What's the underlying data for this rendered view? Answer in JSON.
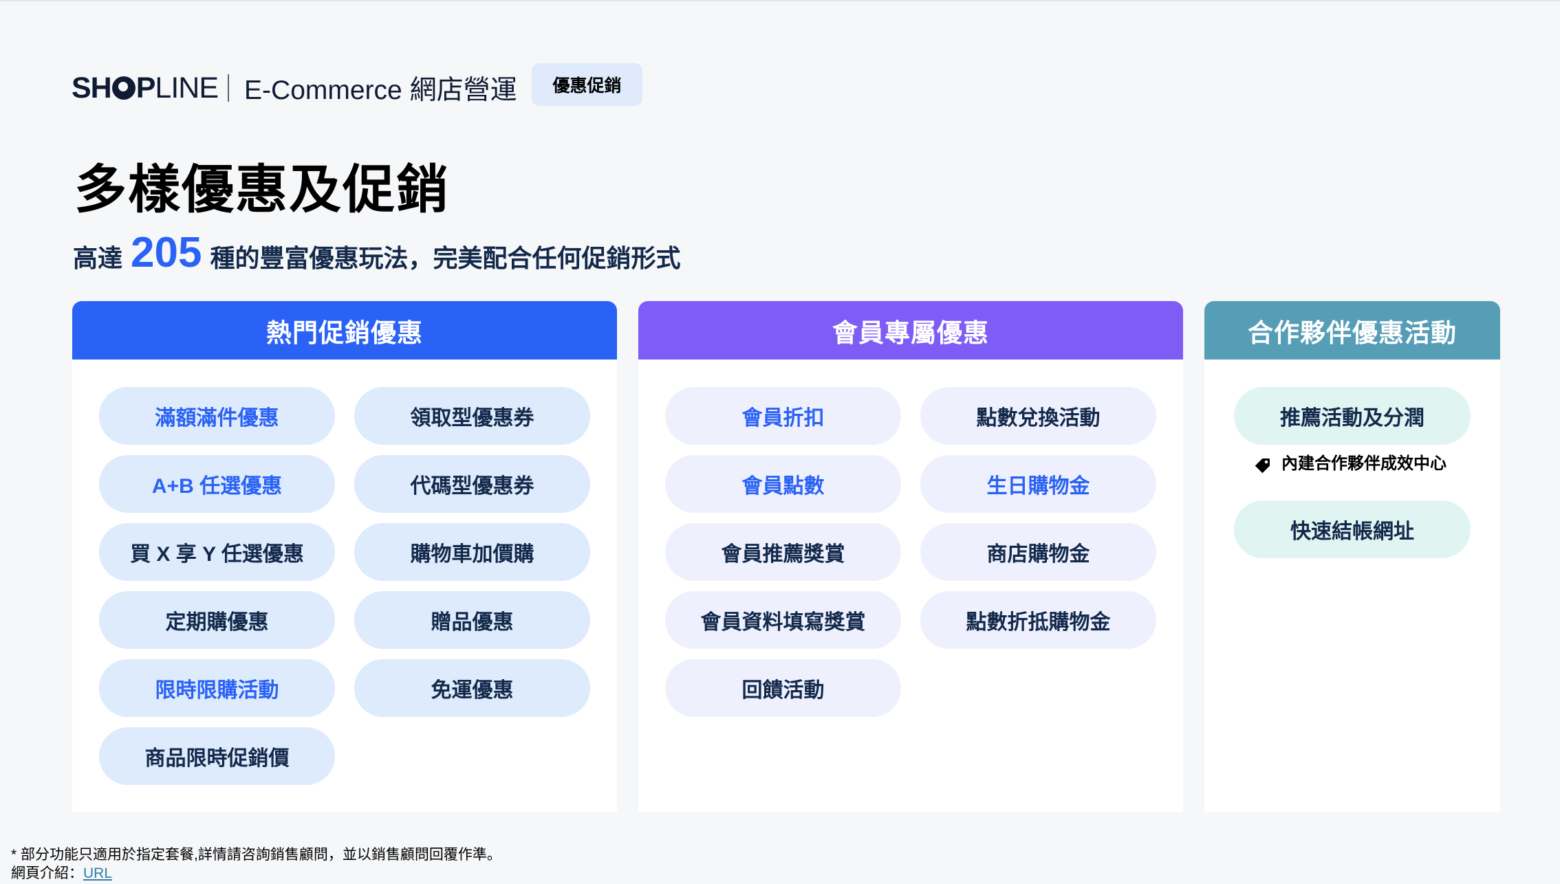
{
  "header": {
    "logo": {
      "bold": "SH",
      "light": "LINE",
      "bold_after_o": "P"
    },
    "subtitle": "E-Commerce 網店營運",
    "badge": "優惠促銷"
  },
  "title": "多樣優惠及促銷",
  "tagline": {
    "prefix": "高達",
    "number": "205",
    "suffix": "種的豐富優惠玩法，完美配合任何促銷形式"
  },
  "colors": {
    "blue": "#2a62f5",
    "purple": "#7f5cf5",
    "teal": "#569db6",
    "navy": "#13294b"
  },
  "panels": [
    {
      "title": "熱門促銷優惠",
      "color": "#2a62f5",
      "items": [
        {
          "label": "滿額滿件優惠",
          "highlight": true
        },
        {
          "label": "領取型優惠券",
          "highlight": false
        },
        {
          "label": "A+B 任選優惠",
          "highlight": true
        },
        {
          "label": "代碼型優惠券",
          "highlight": false
        },
        {
          "label": "買 X 享 Y 任選優惠",
          "highlight": false
        },
        {
          "label": "購物車加價購",
          "highlight": false
        },
        {
          "label": "定期購優惠",
          "highlight": false
        },
        {
          "label": "贈品優惠",
          "highlight": false
        },
        {
          "label": "限時限購活動",
          "highlight": true
        },
        {
          "label": "免運優惠",
          "highlight": false
        },
        {
          "label": "商品限時促銷價",
          "highlight": false
        }
      ]
    },
    {
      "title": "會員專屬優惠",
      "color": "#7f5cf5",
      "items": [
        {
          "label": "會員折扣",
          "highlight": true
        },
        {
          "label": "點數兌換活動",
          "highlight": false
        },
        {
          "label": "會員點數",
          "highlight": true
        },
        {
          "label": "生日購物金",
          "highlight": true
        },
        {
          "label": "會員推薦獎賞",
          "highlight": false
        },
        {
          "label": "商店購物金",
          "highlight": false
        },
        {
          "label": "會員資料填寫獎賞",
          "highlight": false
        },
        {
          "label": "點數折抵購物金",
          "highlight": false
        },
        {
          "label": "回饋活動",
          "highlight": false
        }
      ]
    },
    {
      "title": "合作夥伴優惠活動",
      "color": "#569db6",
      "items": [
        {
          "label": "推薦活動及分潤"
        },
        {
          "label": "快速結帳網址"
        }
      ],
      "note": {
        "icon": "tag-icon",
        "text": "內建合作夥伴成效中心"
      }
    }
  ],
  "footer": {
    "disclaimer": "* 部分功能只適用於指定套餐,詳情請咨詢銷售顧問，並以銷售顧問回覆作準。",
    "link_label": "網頁介紹：",
    "link_text": "URL"
  }
}
